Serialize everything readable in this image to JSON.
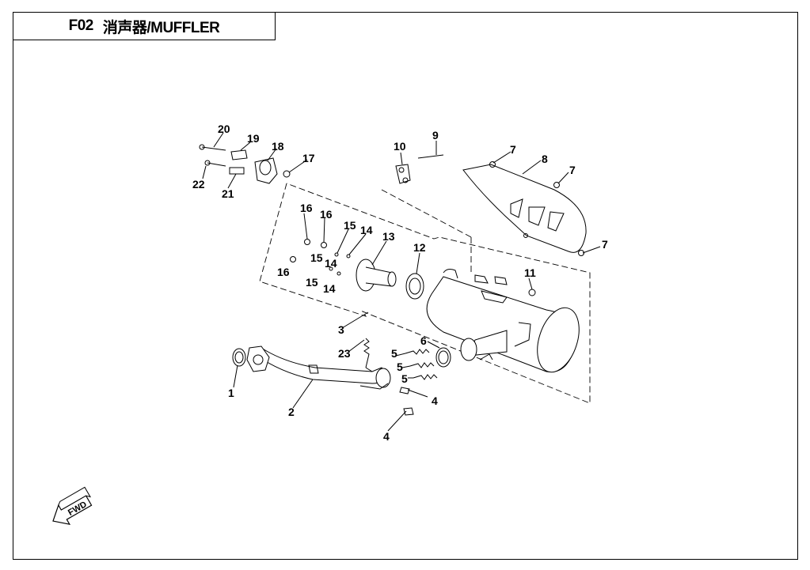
{
  "header": {
    "code": "F02",
    "title": "消声器/MUFFLER"
  },
  "direction_label": "FWD",
  "parts": [
    {
      "key": "p1",
      "label": "1"
    },
    {
      "key": "p2",
      "label": "2"
    },
    {
      "key": "p3",
      "label": "3"
    },
    {
      "key": "p4a",
      "label": "4"
    },
    {
      "key": "p4b",
      "label": "4"
    },
    {
      "key": "p5a",
      "label": "5"
    },
    {
      "key": "p5b",
      "label": "5"
    },
    {
      "key": "p5c",
      "label": "5"
    },
    {
      "key": "p6",
      "label": "6"
    },
    {
      "key": "p7a",
      "label": "7"
    },
    {
      "key": "p7b",
      "label": "7"
    },
    {
      "key": "p7c",
      "label": "7"
    },
    {
      "key": "p8",
      "label": "8"
    },
    {
      "key": "p9",
      "label": "9"
    },
    {
      "key": "p10",
      "label": "10"
    },
    {
      "key": "p11",
      "label": "11"
    },
    {
      "key": "p12",
      "label": "12"
    },
    {
      "key": "p13",
      "label": "13"
    },
    {
      "key": "p14a",
      "label": "14"
    },
    {
      "key": "p14b",
      "label": "14"
    },
    {
      "key": "p14c",
      "label": "14"
    },
    {
      "key": "p15a",
      "label": "15"
    },
    {
      "key": "p15b",
      "label": "15"
    },
    {
      "key": "p15c",
      "label": "15"
    },
    {
      "key": "p16a",
      "label": "16"
    },
    {
      "key": "p16b",
      "label": "16"
    },
    {
      "key": "p16c",
      "label": "16"
    },
    {
      "key": "p17",
      "label": "17"
    },
    {
      "key": "p18",
      "label": "18"
    },
    {
      "key": "p19",
      "label": "19"
    },
    {
      "key": "p20",
      "label": "20"
    },
    {
      "key": "p21",
      "label": "21"
    },
    {
      "key": "p22",
      "label": "22"
    },
    {
      "key": "p23",
      "label": "23"
    }
  ]
}
